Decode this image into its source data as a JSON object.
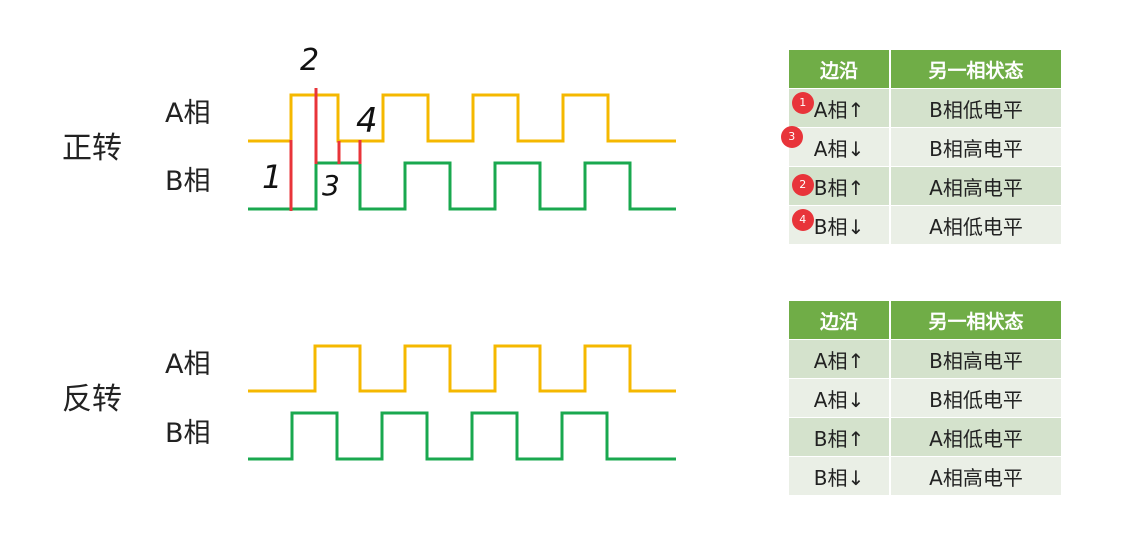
{
  "forward": {
    "label": "正转",
    "phase_a": "A相",
    "phase_b": "B相",
    "annotations": [
      "1",
      "2",
      "3",
      "4"
    ],
    "table": {
      "headers": [
        "边沿",
        "另一相状态"
      ],
      "rows": [
        {
          "edge": "A相↑",
          "state": "B相低电平",
          "badge": "1"
        },
        {
          "edge": "A相↓",
          "state": "B相高电平",
          "badge": "3"
        },
        {
          "edge": "B相↑",
          "state": "A相高电平",
          "badge": "2"
        },
        {
          "edge": "B相↓",
          "state": "A相低电平",
          "badge": "4"
        }
      ]
    }
  },
  "reverse": {
    "label": "反转",
    "phase_a": "A相",
    "phase_b": "B相",
    "table": {
      "headers": [
        "边沿",
        "另一相状态"
      ],
      "rows": [
        {
          "edge": "A相↑",
          "state": "B相高电平"
        },
        {
          "edge": "A相↓",
          "state": "B相低电平"
        },
        {
          "edge": "B相↑",
          "state": "A相低电平"
        },
        {
          "edge": "B相↓",
          "state": "A相高电平"
        }
      ]
    }
  },
  "colors": {
    "phase_a": "#f5b800",
    "phase_b": "#1aa84f",
    "marker": "#e8343a",
    "header_bg": "#70ad47"
  }
}
